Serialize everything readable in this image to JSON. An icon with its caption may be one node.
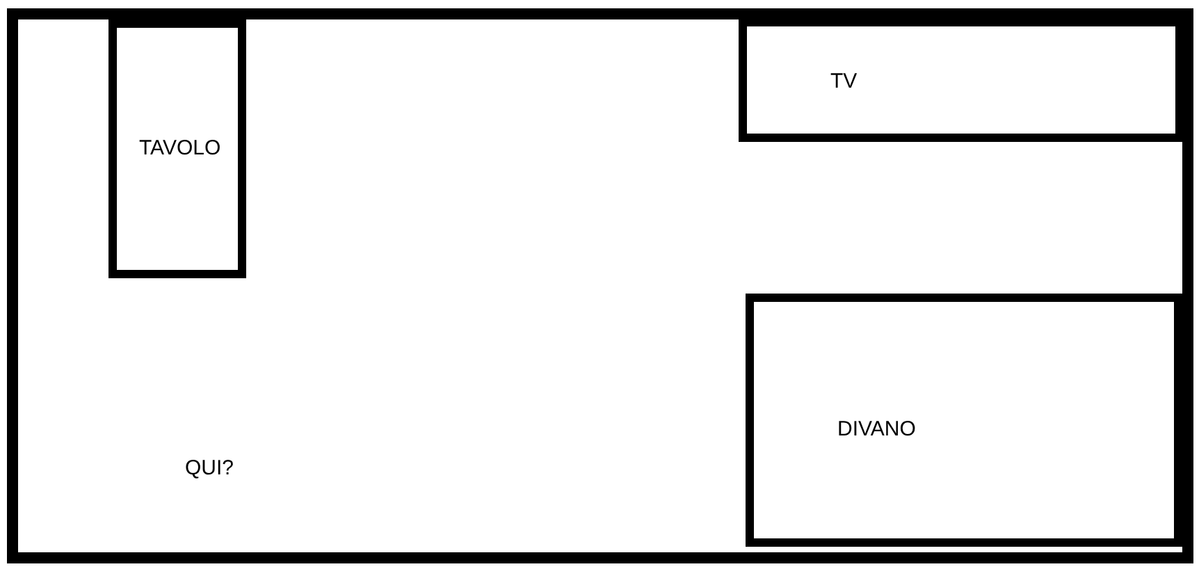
{
  "diagram": {
    "nodes": [
      {
        "text": [],
        "shape": "box"
      },
      {
        "text": [
          "TAVOLO"
        ],
        "in": 0
      },
      {
        "text": [
          "TV"
        ],
        "in": 0
      },
      {
        "text": [
          "DIVANO"
        ],
        "in": 0
      }
    ],
    "labels": [
      "QUI?"
    ]
  }
}
